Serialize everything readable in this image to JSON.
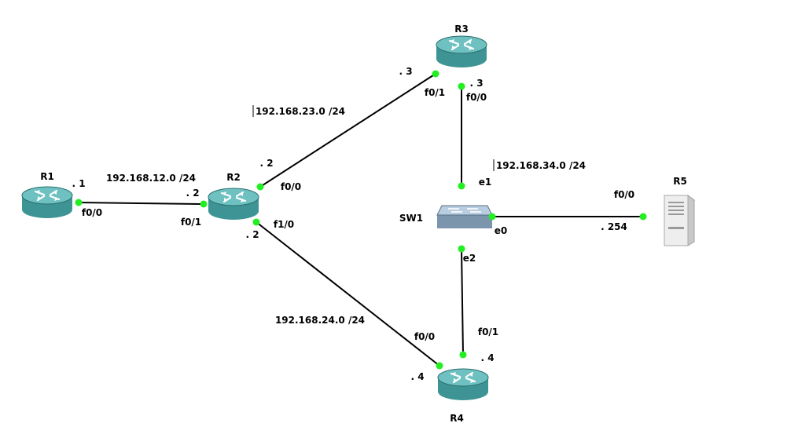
{
  "colors": {
    "link": "#000000",
    "port": "#22ee22",
    "router_body": "#3e9494",
    "router_top": "#6fc1c1",
    "switch_body": "#8aa6bf",
    "server_body": "#eeeeee"
  },
  "devices": [
    {
      "id": "R1",
      "label": "R1",
      "kind": "router",
      "icon": "router-icon"
    },
    {
      "id": "R2",
      "label": "R2",
      "kind": "router",
      "icon": "router-icon"
    },
    {
      "id": "R3",
      "label": "R3",
      "kind": "router",
      "icon": "router-icon"
    },
    {
      "id": "R4",
      "label": "R4",
      "kind": "router",
      "icon": "router-icon"
    },
    {
      "id": "SW1",
      "label": "SW1",
      "kind": "switch",
      "icon": "switch-icon"
    },
    {
      "id": "R5",
      "label": "R5",
      "kind": "server",
      "icon": "server-icon"
    }
  ],
  "links": [
    {
      "id": "r1-r2",
      "a": "R1",
      "b": "R2",
      "network": "192.168.12.0 /24",
      "a_port": "f0/0",
      "a_host": ". 1",
      "b_port": "f0/1",
      "b_host": ". 2"
    },
    {
      "id": "r2-r3",
      "a": "R2",
      "b": "R3",
      "network": "192.168.23.0 /24",
      "a_port": "f0/0",
      "a_host": ". 2",
      "b_port": "f0/1",
      "b_host": ". 3"
    },
    {
      "id": "r2-r4",
      "a": "R2",
      "b": "R4",
      "network": "192.168.24.0 /24",
      "a_port": "f1/0",
      "a_host": ". 2",
      "b_port": "f0/0",
      "b_host": ". 4"
    },
    {
      "id": "r3-sw1",
      "a": "R3",
      "b": "SW1",
      "network": "192.168.34.0 /24",
      "a_port": "f0/0",
      "a_host": ". 3",
      "b_port": "e1",
      "b_host": ""
    },
    {
      "id": "sw1-r4",
      "a": "SW1",
      "b": "R4",
      "network": "",
      "a_port": "e2",
      "a_host": "",
      "b_port": "f0/1",
      "b_host": ". 4"
    },
    {
      "id": "sw1-r5",
      "a": "SW1",
      "b": "R5",
      "network": "",
      "a_port": "e0",
      "a_host": "",
      "b_port": "f0/0",
      "b_host": ". 254"
    }
  ]
}
